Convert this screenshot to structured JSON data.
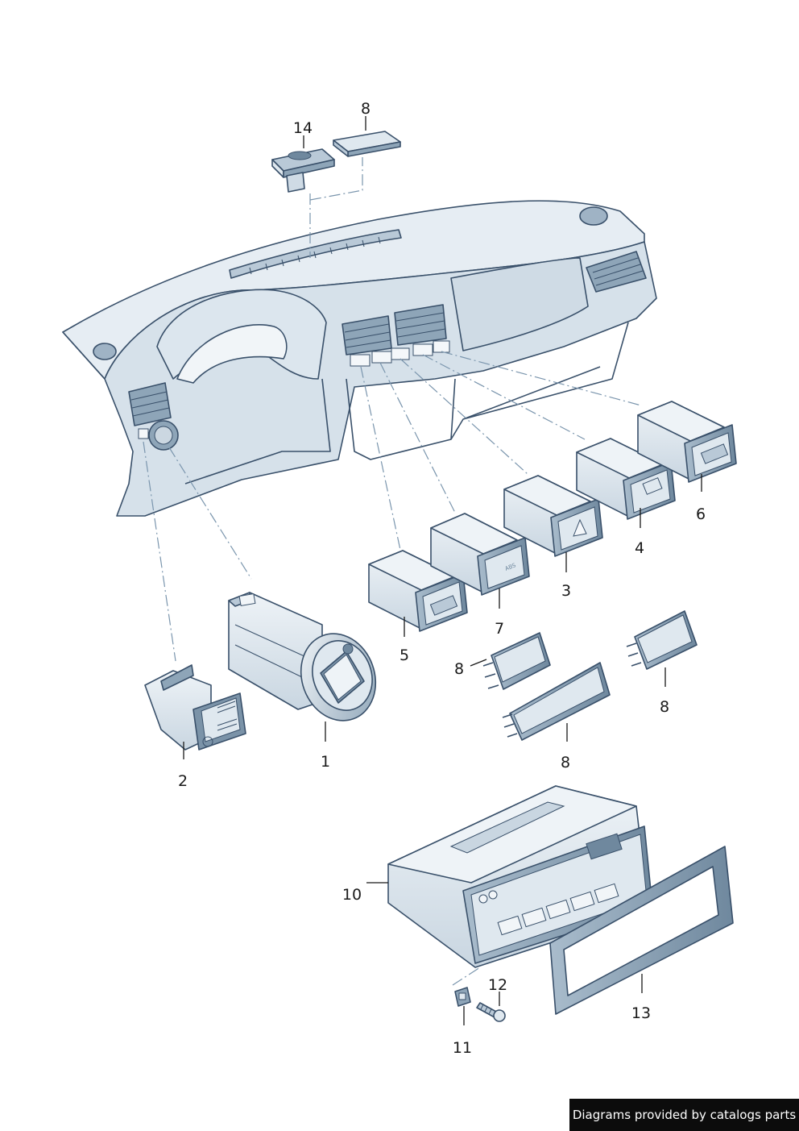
{
  "callouts": {
    "p1": "1",
    "p2": "2",
    "p3": "3",
    "p4": "4",
    "p5": "5",
    "p6": "6",
    "p7": "7",
    "p8_top": "8",
    "p8_a": "8",
    "p8_b": "8",
    "p8_c": "8",
    "p10": "10",
    "p11": "11",
    "p12": "12",
    "p13": "13",
    "p14": "14"
  },
  "watermark": "Diagrams provided by catalogs parts",
  "colors": {
    "part_fill": "#dfe8ef",
    "part_light": "#eef3f7",
    "part_dark": "#8fa6ba",
    "outline": "#39506a",
    "dash_line": "#7a95ad",
    "watermark_bg": "#0c0c0c"
  }
}
